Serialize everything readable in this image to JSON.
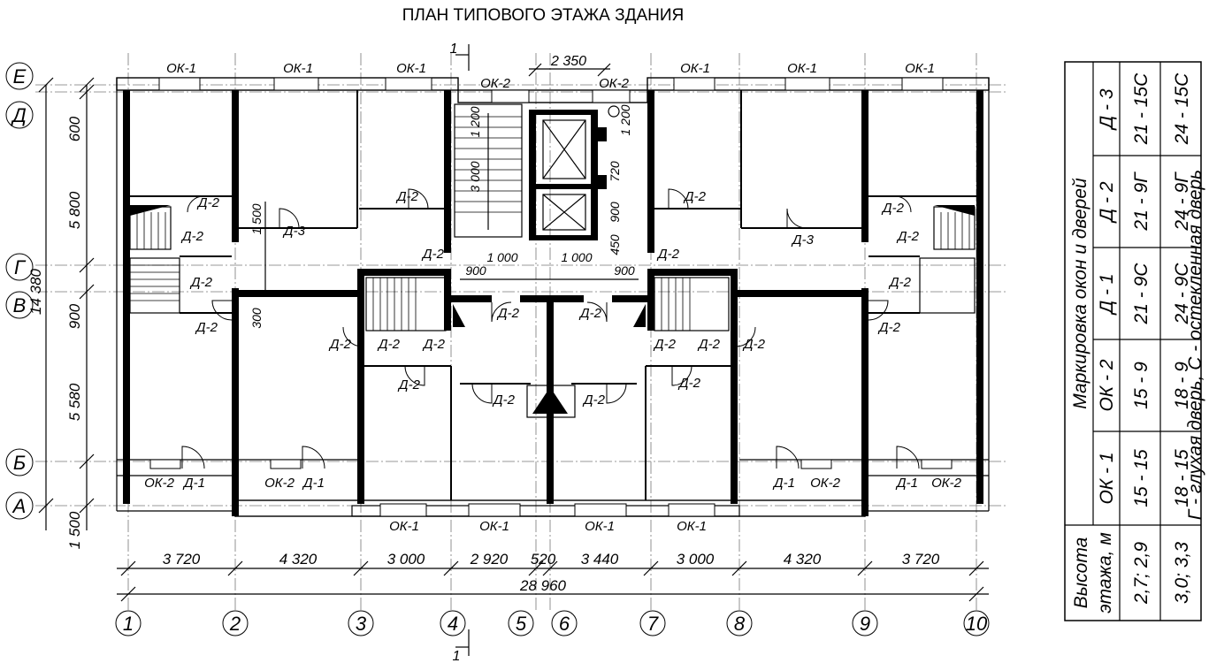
{
  "title": "ПЛАН ТИПОВОГО ЭТАЖА ЗДАНИЯ",
  "section_mark": "1",
  "axes_vertical": [
    "1",
    "2",
    "3",
    "4",
    "5",
    "6",
    "7",
    "8",
    "9",
    "10"
  ],
  "axes_horizontal": [
    "Е",
    "Д",
    "Г",
    "В",
    "Б",
    "А"
  ],
  "bottom_dims": [
    "3 720",
    "4 320",
    "3 000",
    "2 920",
    "520",
    "3 440",
    "3 000",
    "4 320",
    "3 720"
  ],
  "total_dim": "28 960",
  "left_dims": [
    "600",
    "5 800",
    "900",
    "5 580",
    "1 500"
  ],
  "left_total": "14 380",
  "top_dim": "2 350",
  "inner_dims": {
    "d1200a": "1 200",
    "d1200b": "1 200",
    "d3000": "3 000",
    "d720": "720",
    "d900v": "900",
    "d450": "450",
    "d1500": "1 500",
    "d300": "300",
    "d900a": "900",
    "d1000a": "1 000",
    "d1000b": "1 000",
    "d900b": "900"
  },
  "windows": {
    "ok1": "ОК-1",
    "ok2": "ОК-2"
  },
  "doors": {
    "d1": "Д-1",
    "d2": "Д-2",
    "d3": "Д-3"
  },
  "table": {
    "col_height_header1": "Высота",
    "col_height_header2": "этажа, м",
    "group_header": "Маркировка окон и дверей",
    "cols": [
      "ОК - 1",
      "ОК - 2",
      "Д - 1",
      "Д - 2",
      "Д - 3"
    ],
    "rows": [
      {
        "height": "2,7; 2,9",
        "values": [
          "15 - 15",
          "15 - 9",
          "21 - 9С",
          "21 - 9Г",
          "21 - 15С"
        ]
      },
      {
        "height": "3,0; 3,3",
        "values": [
          "18 - 15",
          "18 - 9",
          "24 - 9С",
          "24 - 9Г",
          "24 - 15С"
        ]
      }
    ],
    "legend": "Г - глухая дверь, С - остекленная дверь"
  }
}
